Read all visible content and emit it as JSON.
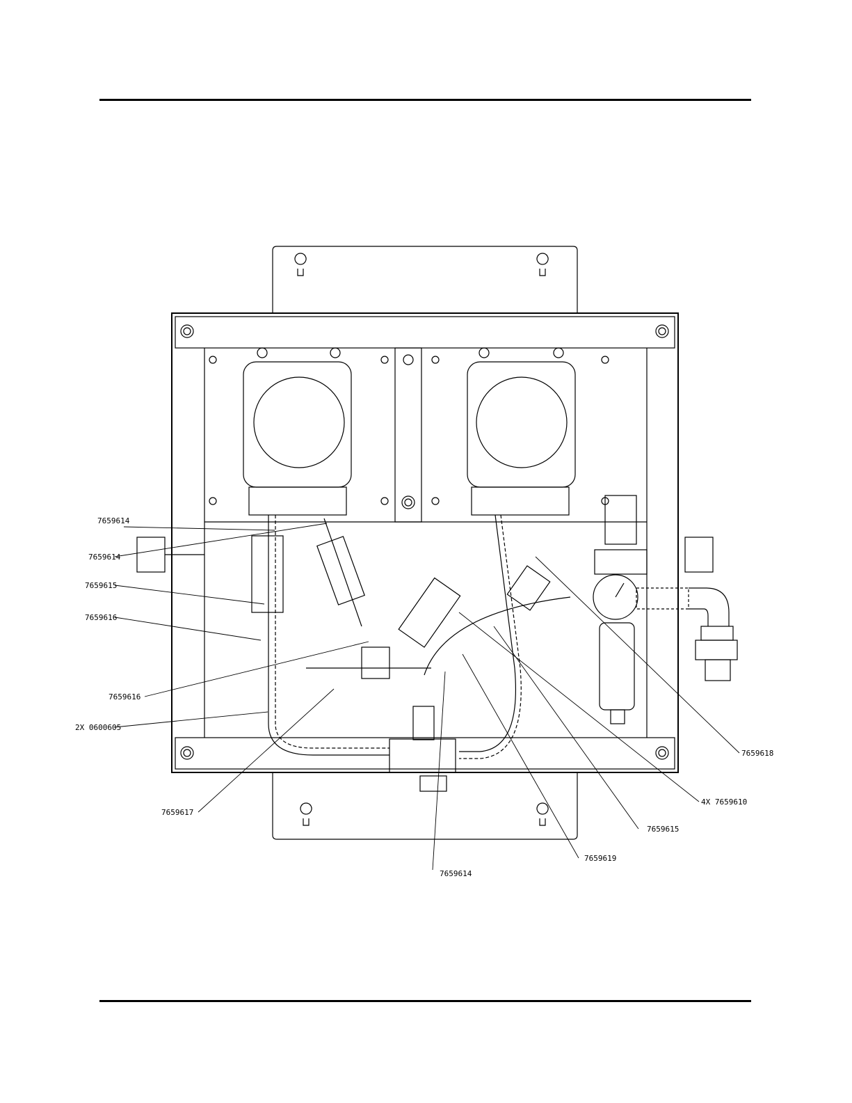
{
  "callouts": [
    {
      "id": "c1",
      "text": "7659614"
    },
    {
      "id": "c2",
      "text": "7659614"
    },
    {
      "id": "c3",
      "text": "7659615"
    },
    {
      "id": "c4",
      "text": "7659616"
    },
    {
      "id": "c5",
      "text": "7659616"
    },
    {
      "id": "c6",
      "text": "2X 0600605"
    },
    {
      "id": "c7",
      "text": "7659617"
    },
    {
      "id": "c8",
      "text": "7659614"
    },
    {
      "id": "c9",
      "text": "7659619"
    },
    {
      "id": "c10",
      "text": "7659615"
    },
    {
      "id": "c11",
      "text": "4X 7659610"
    },
    {
      "id": "c12",
      "text": "7659618"
    }
  ]
}
